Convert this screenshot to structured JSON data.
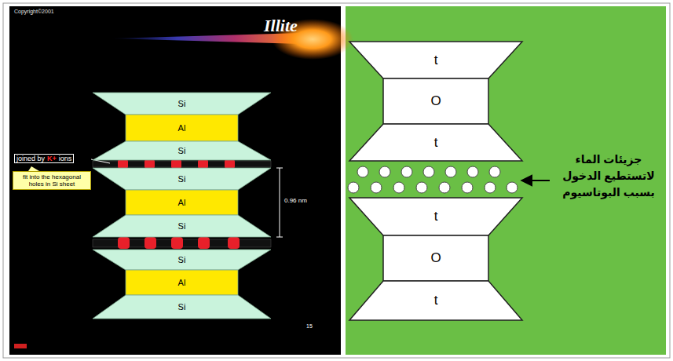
{
  "diagram": {
    "nodes": [
      {
        "text": [
          "Si"
        ]
      },
      {
        "text": [
          "Al"
        ]
      },
      {
        "text": [
          "Si"
        ]
      },
      {
        "text": [
          "Si"
        ]
      },
      {
        "text": [
          "Al"
        ]
      },
      {
        "text": [
          "Si"
        ]
      },
      {
        "text": [
          "Si"
        ]
      },
      {
        "text": [
          "Al"
        ]
      },
      {
        "text": [
          "Si"
        ]
      },
      {
        "text": [
          "fit into the hexagonal holes in Si sheet"
        ]
      },
      {
        "text": [
          "t"
        ]
      },
      {
        "text": [
          "O"
        ]
      },
      {
        "text": [
          "t"
        ]
      },
      {
        "text": [
          "t"
        ]
      },
      {
        "text": [
          "O"
        ]
      },
      {
        "text": [
          "t"
        ]
      }
    ],
    "labels": [
      "Copyright©2001",
      "Illite",
      "joined by",
      "K+",
      "ions",
      "0.96 nm",
      "15",
      "جزيئات الماء لاتستطيع الدخول بسبب البوتاسيوم"
    ]
  }
}
